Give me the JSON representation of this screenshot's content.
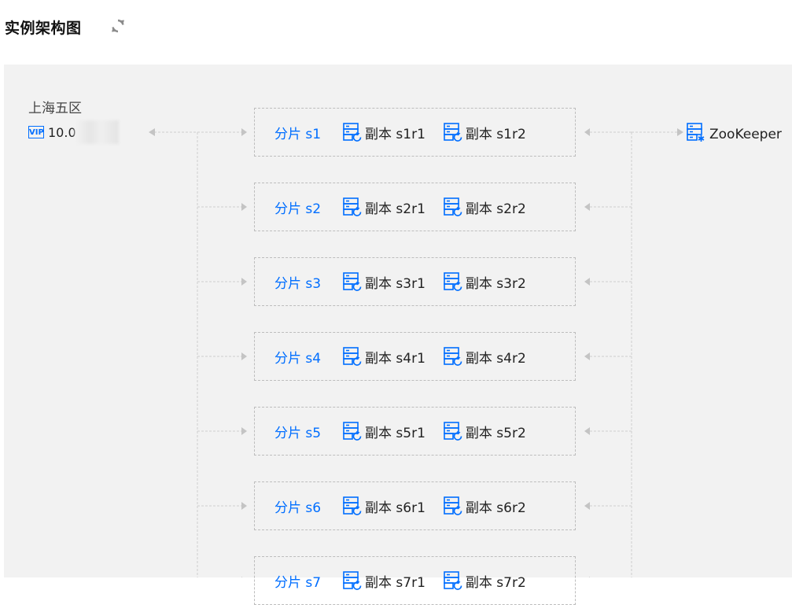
{
  "header": {
    "title": "实例架构图",
    "refresh_icon": "refresh-icon"
  },
  "vip": {
    "zone": "上海五区",
    "badge": "VIP",
    "ip": "10.0"
  },
  "zookeeper": {
    "label": "ZooKeeper",
    "icon": "zookeeper-server-icon"
  },
  "shards": [
    {
      "label": "分片 s1",
      "replicas": [
        "副本 s1r1",
        "副本 s1r2"
      ]
    },
    {
      "label": "分片 s2",
      "replicas": [
        "副本 s2r1",
        "副本 s2r2"
      ]
    },
    {
      "label": "分片 s3",
      "replicas": [
        "副本 s3r1",
        "副本 s3r2"
      ]
    },
    {
      "label": "分片 s4",
      "replicas": [
        "副本 s4r1",
        "副本 s4r2"
      ]
    },
    {
      "label": "分片 s5",
      "replicas": [
        "副本 s5r1",
        "副本 s5r2"
      ]
    },
    {
      "label": "分片 s6",
      "replicas": [
        "副本 s6r1",
        "副本 s6r2"
      ]
    },
    {
      "label": "分片 s7",
      "replicas": [
        "副本 s7r1",
        "副本 s7r2"
      ]
    }
  ],
  "colors": {
    "accent": "#006eff",
    "canvas_bg": "#f2f2f2",
    "line": "#cfcfcf",
    "arrow": "#c4c4c4"
  }
}
